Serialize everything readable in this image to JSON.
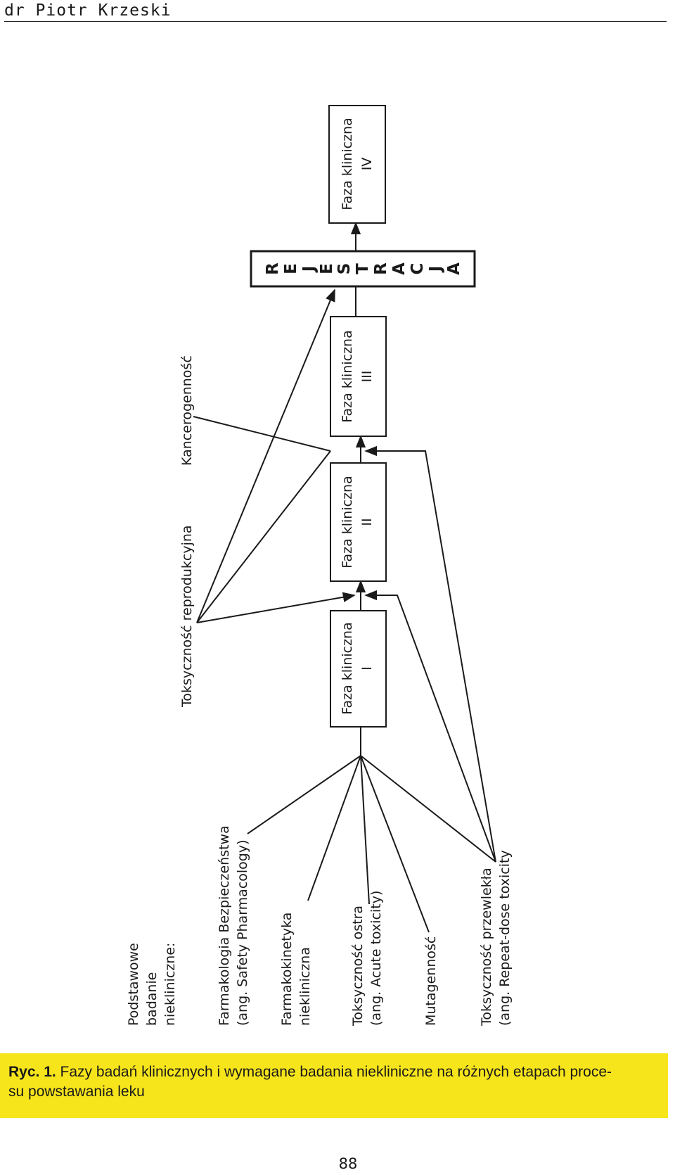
{
  "header": {
    "author": "dr Piotr Krzeski"
  },
  "diagram": {
    "heading": [
      "Podstawowe",
      "badanie",
      "niekliniczne:"
    ],
    "studies": [
      {
        "id": "safety",
        "lines": [
          "Farmakologia Bezpieczeństwa",
          "(ang. Safety Pharmacology)"
        ]
      },
      {
        "id": "pk",
        "lines": [
          "Farmakokinetyka",
          "niekliniczna"
        ]
      },
      {
        "id": "acute",
        "lines": [
          "Toksyczność ostra",
          "(ang. Acute toxicity)"
        ]
      },
      {
        "id": "mutagen",
        "lines": [
          "Mutagenność"
        ]
      },
      {
        "id": "chronic",
        "lines": [
          "Toksyczność przewlekła",
          "(ang. Repeat-dose toxicity"
        ]
      }
    ],
    "top_labels": {
      "reproductive": "Toksyczność reprodukcyjna",
      "carcinogenicity": "Kancerogenność"
    },
    "phases": [
      {
        "id": "p1",
        "lines": [
          "Faza kliniczna",
          "I"
        ]
      },
      {
        "id": "p2",
        "lines": [
          "Faza kliniczna",
          "II"
        ]
      },
      {
        "id": "p3",
        "lines": [
          "Faza kliniczna",
          "III"
        ]
      },
      {
        "id": "p4",
        "lines": [
          "Faza kliniczna",
          "IV"
        ]
      }
    ],
    "registration_letters": [
      "R",
      "E",
      "J",
      "E",
      "S",
      "T",
      "R",
      "A",
      "C",
      "J",
      "A"
    ]
  },
  "caption": {
    "label": "Ryc. 1.",
    "line1": " Fazy badań klinicznych i wymagane badania niekliniczne na różnych etapach proce-",
    "line2": "su powstawania leku"
  },
  "page_number": "88"
}
